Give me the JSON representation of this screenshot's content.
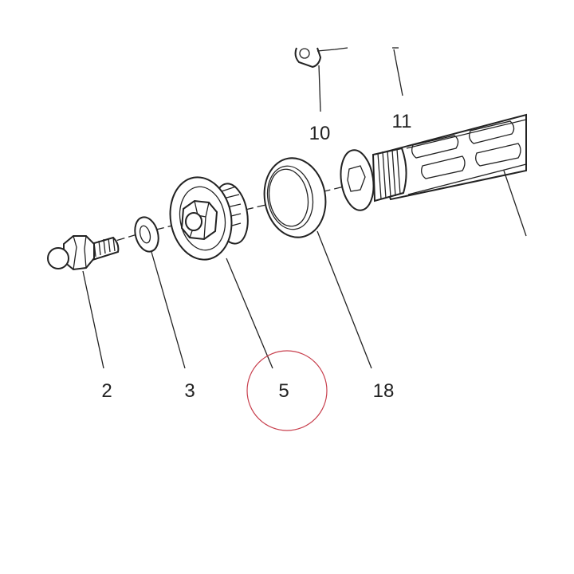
{
  "diagram": {
    "callouts": [
      {
        "id": "callout-2",
        "label": "2"
      },
      {
        "id": "callout-3",
        "label": "3"
      },
      {
        "id": "callout-5",
        "label": "5",
        "highlighted": true
      },
      {
        "id": "callout-18",
        "label": "18"
      },
      {
        "id": "callout-10",
        "label": "10"
      },
      {
        "id": "callout-11",
        "label": "11"
      }
    ],
    "highlight_color": "#c8404e",
    "line_color": "#222222"
  }
}
